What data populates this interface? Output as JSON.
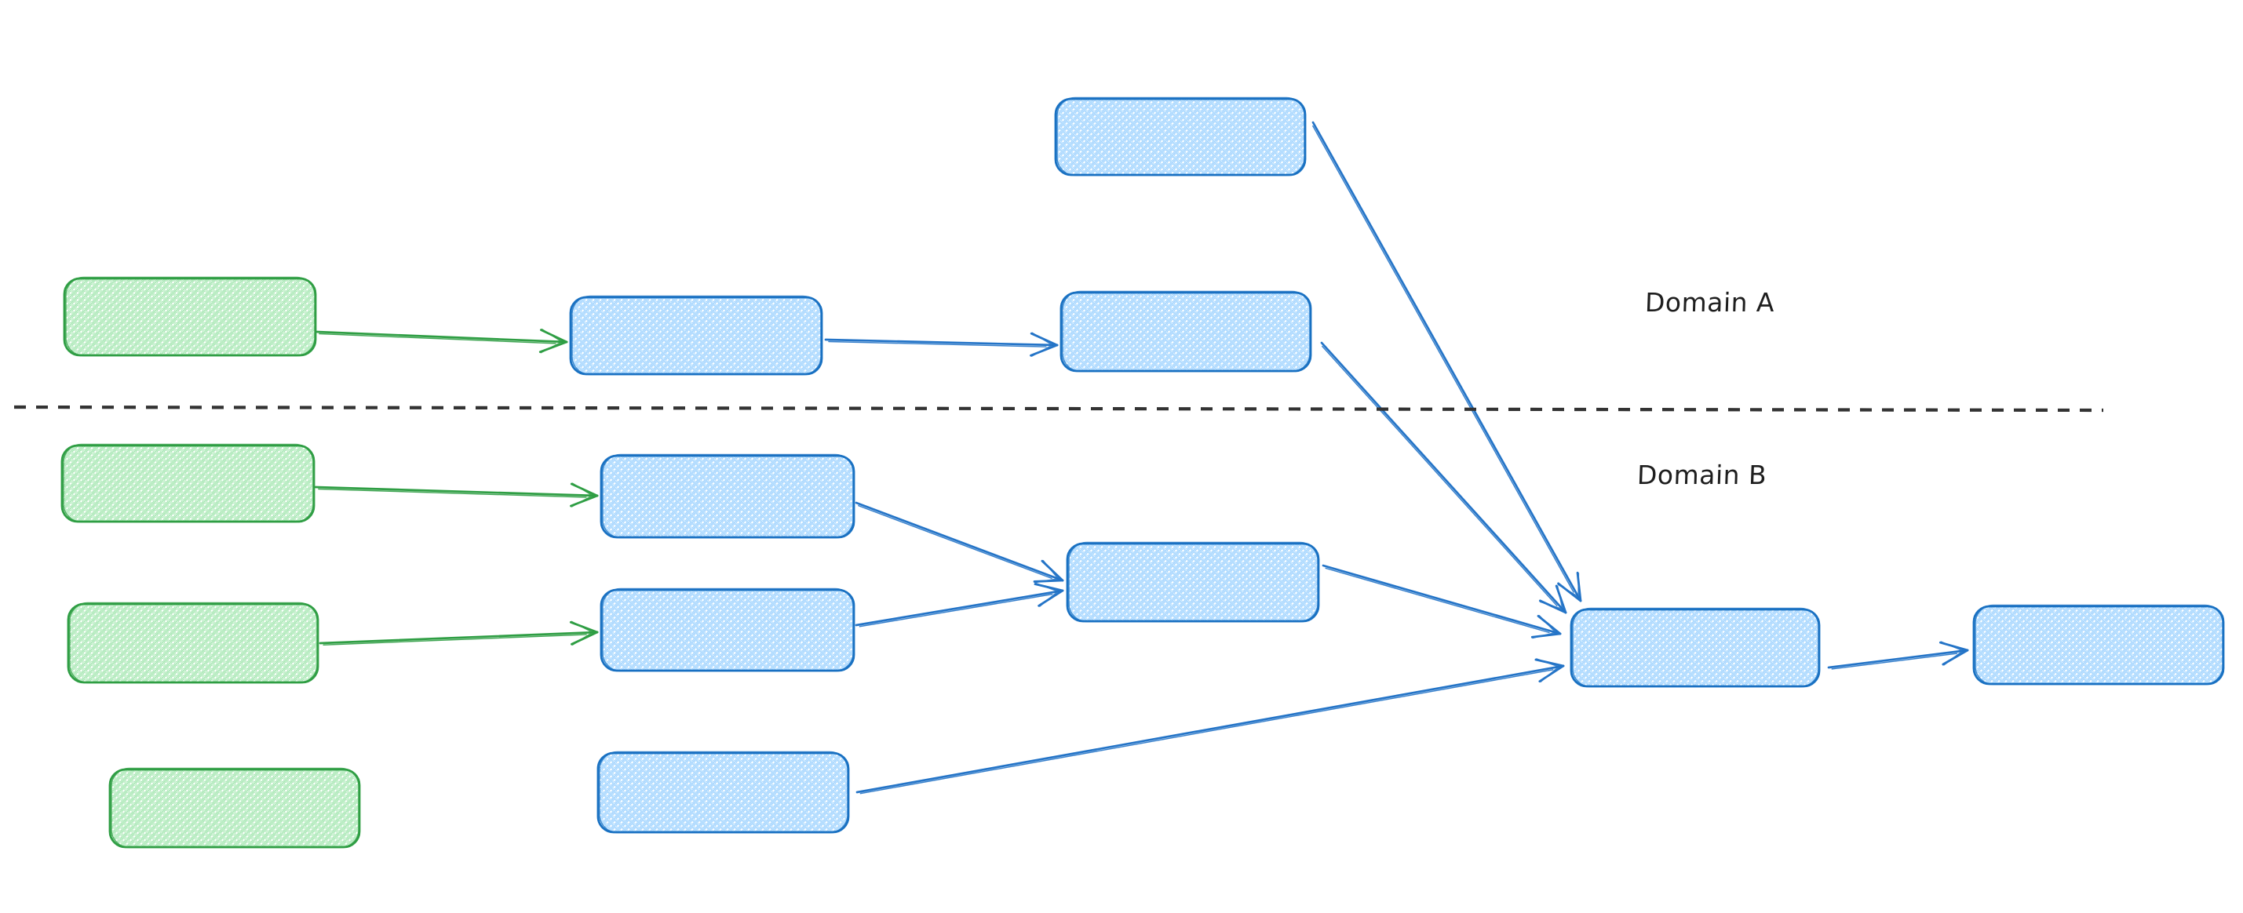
{
  "canvas": {
    "background": "#ffffff",
    "divider_style": "dashed"
  },
  "labels": {
    "domain_a": "Domain A",
    "domain_b": "Domain B"
  },
  "colors": {
    "blue_stroke": "#1971c2",
    "blue_hatch": "#9ed2ff",
    "blue_arrow": "#2474c7",
    "green_stroke": "#2f9e44",
    "green_hatch": "#a3e6b0",
    "green_arrow": "#2f9e44",
    "divider": "#333333",
    "text": "#1e1e1e"
  },
  "diagram": {
    "nodes": [
      {
        "id": "top-blue",
        "palette": "blue",
        "domain": "A",
        "shape": "rounded-rect",
        "fill_style": "cross-hatch",
        "text": ""
      },
      {
        "id": "green-a",
        "palette": "green",
        "domain": "A",
        "shape": "rounded-rect",
        "fill_style": "cross-hatch",
        "text": ""
      },
      {
        "id": "blue-a1",
        "palette": "blue",
        "domain": "A",
        "shape": "rounded-rect",
        "fill_style": "cross-hatch",
        "text": ""
      },
      {
        "id": "blue-a2",
        "palette": "blue",
        "domain": "A",
        "shape": "rounded-rect",
        "fill_style": "cross-hatch",
        "text": ""
      },
      {
        "id": "green-b1",
        "palette": "green",
        "domain": "B",
        "shape": "rounded-rect",
        "fill_style": "cross-hatch",
        "text": ""
      },
      {
        "id": "blue-b1",
        "palette": "blue",
        "domain": "B",
        "shape": "rounded-rect",
        "fill_style": "cross-hatch",
        "text": ""
      },
      {
        "id": "green-b2",
        "palette": "green",
        "domain": "B",
        "shape": "rounded-rect",
        "fill_style": "cross-hatch",
        "text": ""
      },
      {
        "id": "blue-b2",
        "palette": "blue",
        "domain": "B",
        "shape": "rounded-rect",
        "fill_style": "cross-hatch",
        "text": ""
      },
      {
        "id": "blue-converge",
        "palette": "blue",
        "domain": "B",
        "shape": "rounded-rect",
        "fill_style": "cross-hatch",
        "text": ""
      },
      {
        "id": "green-b3",
        "palette": "green",
        "domain": "B",
        "shape": "rounded-rect",
        "fill_style": "cross-hatch",
        "text": ""
      },
      {
        "id": "blue-b3",
        "palette": "blue",
        "domain": "B",
        "shape": "rounded-rect",
        "fill_style": "cross-hatch",
        "text": ""
      },
      {
        "id": "blue-hub",
        "palette": "blue",
        "domain": "B",
        "shape": "rounded-rect",
        "fill_style": "cross-hatch",
        "text": ""
      },
      {
        "id": "blue-final",
        "palette": "blue",
        "domain": "B",
        "shape": "rounded-rect",
        "fill_style": "cross-hatch",
        "text": ""
      }
    ],
    "edges": [
      {
        "from": "green-a",
        "to": "blue-a1",
        "palette": "green"
      },
      {
        "from": "blue-a1",
        "to": "blue-a2",
        "palette": "blue"
      },
      {
        "from": "top-blue",
        "to": "blue-hub",
        "palette": "blue"
      },
      {
        "from": "blue-a2",
        "to": "blue-hub",
        "palette": "blue"
      },
      {
        "from": "green-b1",
        "to": "blue-b1",
        "palette": "green"
      },
      {
        "from": "green-b2",
        "to": "blue-b2",
        "palette": "green"
      },
      {
        "from": "blue-b1",
        "to": "blue-converge",
        "palette": "blue"
      },
      {
        "from": "blue-b2",
        "to": "blue-converge",
        "palette": "blue"
      },
      {
        "from": "blue-converge",
        "to": "blue-hub",
        "palette": "blue"
      },
      {
        "from": "blue-b3",
        "to": "blue-hub",
        "palette": "blue"
      },
      {
        "from": "blue-hub",
        "to": "blue-final",
        "palette": "blue"
      }
    ]
  }
}
